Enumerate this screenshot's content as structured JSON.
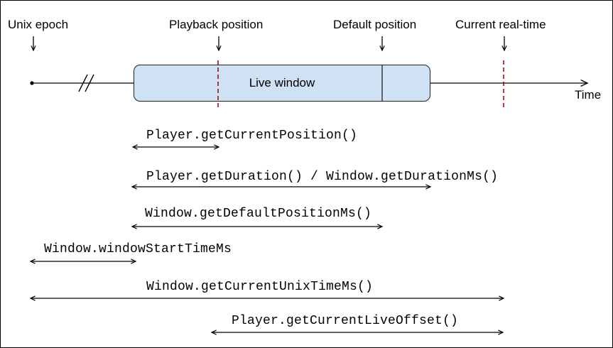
{
  "markers": {
    "unix_epoch": "Unix epoch",
    "playback_position": "Playback position",
    "default_position": "Default position",
    "current_real_time": "Current real-time"
  },
  "timeline": {
    "axis_label": "Time",
    "live_window_label": "Live window"
  },
  "api_measures": {
    "current_position": "Player.getCurrentPosition()",
    "duration": "Player.getDuration() / Window.getDurationMs()",
    "default_position_ms": "Window.getDefaultPositionMs()",
    "window_start_time_ms": "Window.windowStartTimeMs",
    "current_unix_time_ms": "Window.getCurrentUnixTimeMs()",
    "current_live_offset": "Player.getCurrentLiveOffset()"
  },
  "colors": {
    "live_window_fill": "#cfe2f3",
    "live_window_border": "#1f1f1f",
    "dashed_marker_line": "#990000",
    "line": "#000000",
    "background": "#ffffff"
  }
}
